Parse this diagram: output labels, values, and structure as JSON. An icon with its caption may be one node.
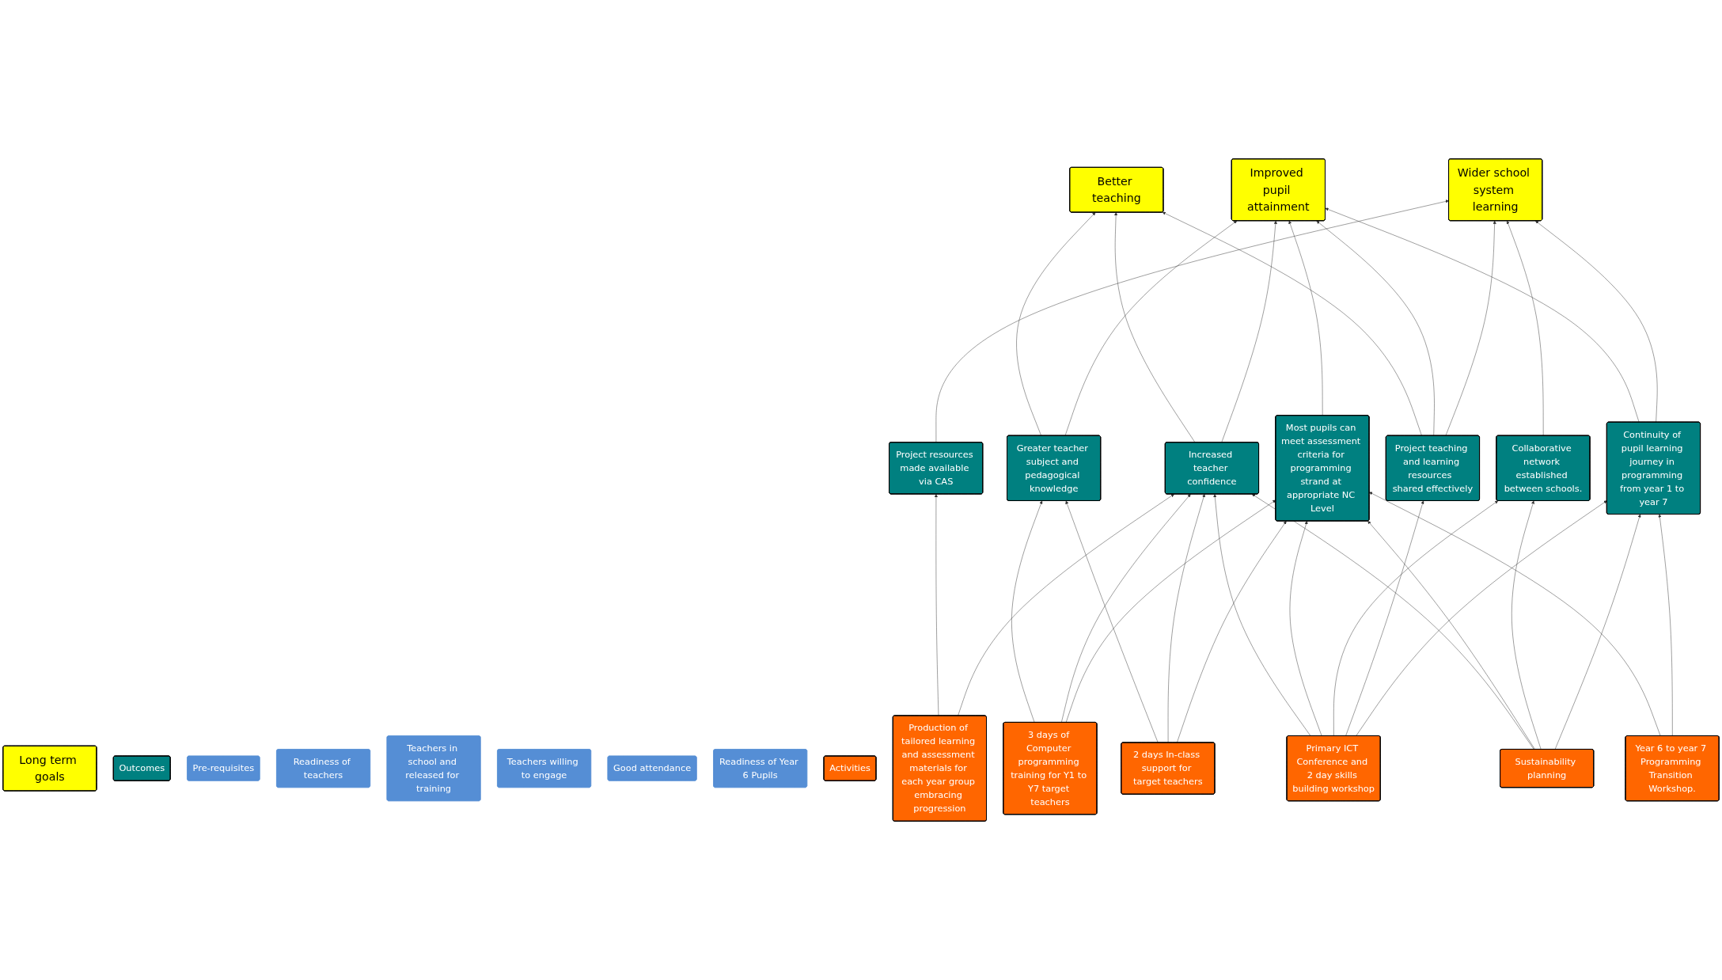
{
  "diagram": {
    "nodes": [
      {
        "text": [
          "Long term goals"
        ]
      },
      {
        "text": [
          "Better teaching"
        ]
      },
      {
        "text": [
          "Improved pupil attainment"
        ]
      },
      {
        "text": [
          "Wider school system learning"
        ]
      },
      {
        "text": [
          "Outcomes"
        ]
      },
      {
        "text": [
          "Project resources made available via CAS"
        ]
      },
      {
        "text": [
          "Greater teacher subject and pedagogical knowledge"
        ]
      },
      {
        "text": [
          "Increased teacher confidence"
        ]
      },
      {
        "text": [
          "Most pupils can meet assessment criteria for programming strand at appropriate NC Level"
        ]
      },
      {
        "text": [
          "Collaborative network established between schools."
        ]
      },
      {
        "text": [
          "Project teaching and learning resources  shared effectively"
        ]
      },
      {
        "text": [
          "Continuity of pupil learning journey in programming from year 1 to year 7"
        ]
      },
      {
        "text": [
          "Pre-requisites"
        ]
      },
      {
        "text": [
          "Readiness of teachers"
        ]
      },
      {
        "text": [
          "Teachers in school and released for training"
        ]
      },
      {
        "text": [
          "Teachers willing to engage"
        ]
      },
      {
        "text": [
          "Good attendance"
        ]
      },
      {
        "text": [
          "Readiness of Year 6 Pupils"
        ]
      },
      {
        "text": [
          "Activities"
        ]
      },
      {
        "text": [
          "Production of tailored learning and assessment materials for each year group embracing progression"
        ]
      },
      {
        "text": [
          "3 days of Computer programming training for Y1 to Y7 target teachers"
        ]
      },
      {
        "text": [
          "2 days In-class support for target teachers"
        ]
      },
      {
        "text": [
          "Sustainability planning"
        ]
      },
      {
        "text": [
          "Primary ICT Conference and 2 day skills building workshop"
        ]
      },
      {
        "text": [
          "Year 6 to year 7 Programming Transition Workshop."
        ]
      }
    ],
    "edges": [
      {
        "from": 5,
        "to": 3,
        "arrow": "to"
      },
      {
        "from": 6,
        "to": 1,
        "arrow": "to"
      },
      {
        "from": 6,
        "to": 2,
        "arrow": "to"
      },
      {
        "from": 7,
        "to": 1,
        "arrow": "to"
      },
      {
        "from": 7,
        "to": 2,
        "arrow": "to"
      },
      {
        "from": 8,
        "to": 2,
        "arrow": "to"
      },
      {
        "from": 9,
        "to": 3,
        "arrow": "to"
      },
      {
        "from": 10,
        "to": 1,
        "arrow": "to"
      },
      {
        "from": 10,
        "to": 2,
        "arrow": "to"
      },
      {
        "from": 10,
        "to": 3,
        "arrow": "to"
      },
      {
        "from": 11,
        "to": 2,
        "arrow": "to"
      },
      {
        "from": 11,
        "to": 3,
        "arrow": "to"
      },
      {
        "from": 19,
        "to": 5,
        "arrow": "to"
      },
      {
        "from": 19,
        "to": 7,
        "arrow": "to"
      },
      {
        "from": 20,
        "to": 6,
        "arrow": "to"
      },
      {
        "from": 20,
        "to": 7,
        "arrow": "to"
      },
      {
        "from": 20,
        "to": 8,
        "arrow": "to"
      },
      {
        "from": 21,
        "to": 6,
        "arrow": "to"
      },
      {
        "from": 21,
        "to": 7,
        "arrow": "to"
      },
      {
        "from": 21,
        "to": 8,
        "arrow": "to"
      },
      {
        "from": 22,
        "to": 7,
        "arrow": "to"
      },
      {
        "from": 22,
        "to": 8,
        "arrow": "to"
      },
      {
        "from": 22,
        "to": 9,
        "arrow": "to"
      },
      {
        "from": 22,
        "to": 11,
        "arrow": "to"
      },
      {
        "from": 23,
        "to": 7,
        "arrow": "to"
      },
      {
        "from": 23,
        "to": 8,
        "arrow": "to"
      },
      {
        "from": 23,
        "to": 9,
        "arrow": "to"
      },
      {
        "from": 23,
        "to": 10,
        "arrow": "to"
      },
      {
        "from": 23,
        "to": 11,
        "arrow": "to"
      },
      {
        "from": 24,
        "to": 8,
        "arrow": "to"
      },
      {
        "from": 24,
        "to": 11,
        "arrow": "to"
      }
    ]
  }
}
